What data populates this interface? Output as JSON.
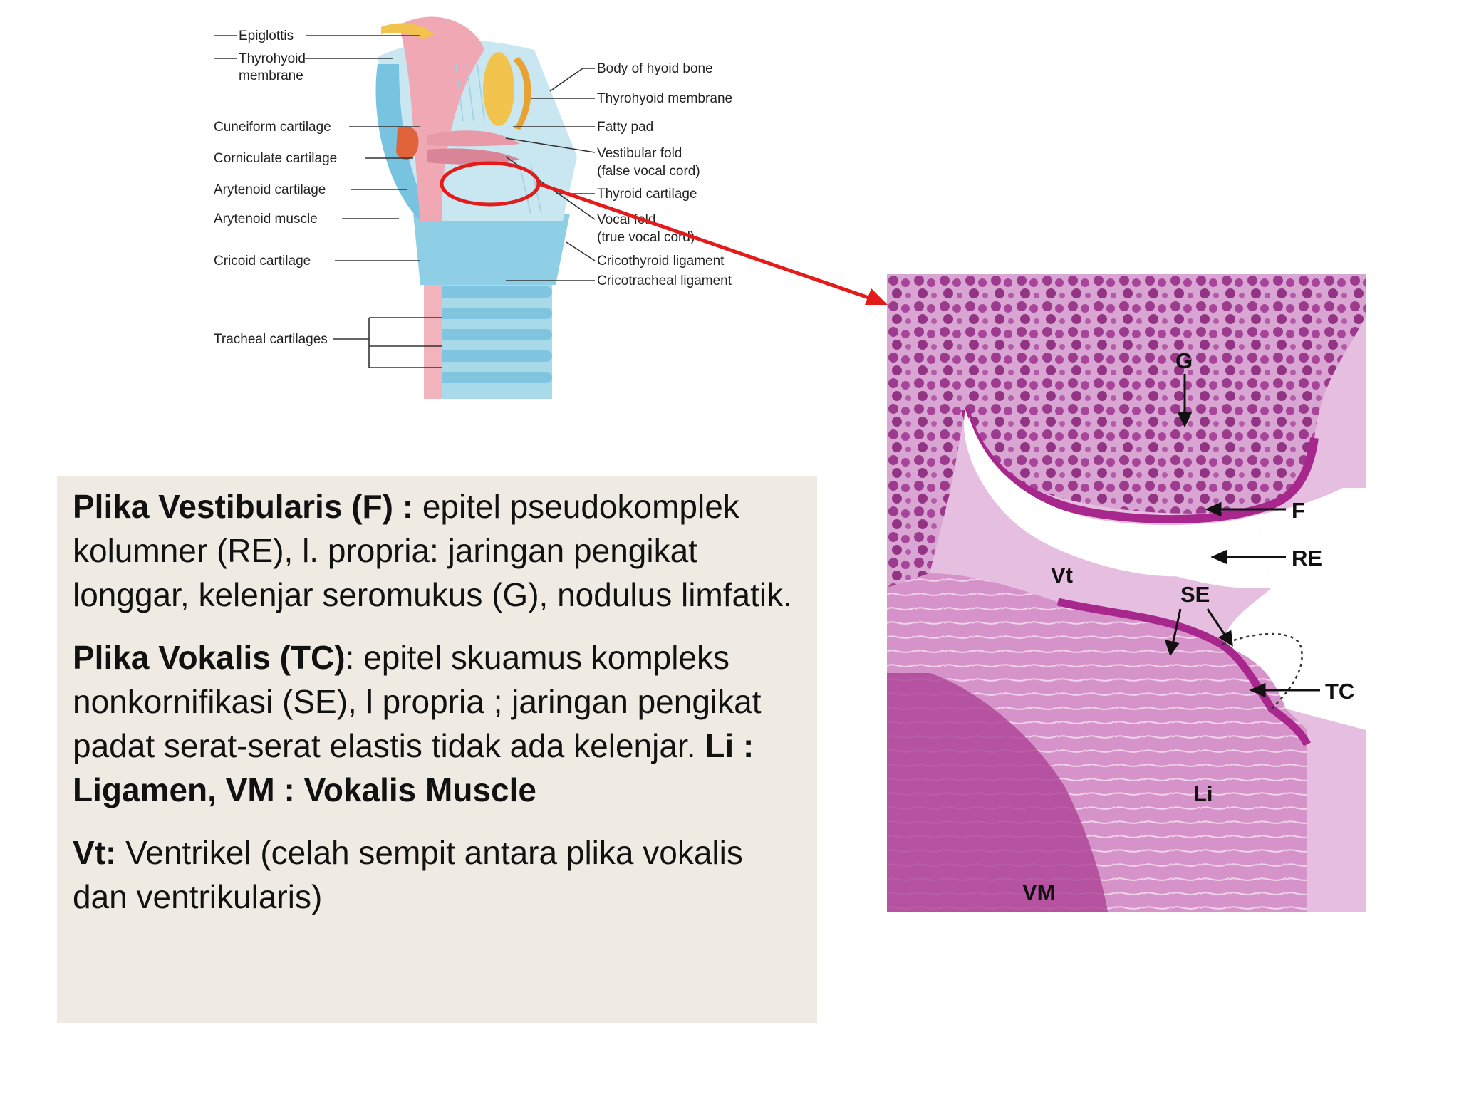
{
  "larynx_labels": {
    "epiglottis": "Epiglottis",
    "thyrohyoid_l1": "Thyrohyoid",
    "thyrohyoid_l2": "membrane",
    "cuneiform": "Cuneiform cartilage",
    "corniculate": "Corniculate cartilage",
    "arytenoid_cartilage": "Arytenoid cartilage",
    "arytenoid_muscle": "Arytenoid muscle",
    "cricoid": "Cricoid cartilage",
    "tracheal": "Tracheal cartilages",
    "body_hyoid": "Body of hyoid bone",
    "thyrohyoid_membrane": "Thyrohyoid membrane",
    "fatty_pad": "Fatty pad",
    "vestibular_l1": "Vestibular fold",
    "vestibular_l2": "(false vocal cord)",
    "thyroid_cartilage": "Thyroid cartilage",
    "vocal_l1": "Vocal fold",
    "vocal_l2": "(true vocal cord)",
    "cricothyroid": "Cricothyroid ligament",
    "cricotracheal": "Cricotracheal ligament"
  },
  "histology_labels": {
    "g": "G",
    "f": "F",
    "re": "RE",
    "vt": "Vt",
    "se": "SE",
    "tc": "TC",
    "li": "Li",
    "vm": "VM"
  },
  "description": {
    "p1_bold": "Plika Vestibularis (F) :",
    "p1_text": " epitel pseudokomplek kolumner  (RE), l. propria: jaringan pengikat longgar,  kelenjar seromukus (G), nodulus limfatik.",
    "p2_bold": "Plika Vokalis (TC)",
    "p2_text": ": epitel skuamus kompleks nonkornifikasi (SE), l propria ; jaringan pengikat padat serat-serat elastis tidak ada kelenjar. ",
    "p2_bold2": "Li : Ligamen, VM : Vokalis Muscle",
    "p3_bold": "Vt:",
    "p3_text": " Ventrikel (celah sempit antara plika vokalis dan ventrikularis)"
  },
  "colors": {
    "callout_red": "#e31b1b",
    "box_bg": "#efebe3",
    "cartilage_blue": "#8fcfe6",
    "mucosa_pink": "#f0a9b4",
    "fat_yellow": "#f2c44e",
    "muscle_orange": "#e0643a",
    "stain_purple": "#b0489a",
    "stain_light": "#e3b7dc"
  }
}
